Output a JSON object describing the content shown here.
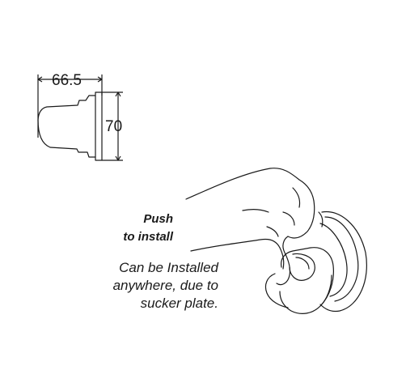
{
  "dimensions": {
    "width_label": "66.5",
    "height_label": "70"
  },
  "instructions": {
    "push_lines": [
      "Push",
      "to install"
    ],
    "note_lines": [
      "Can be Installed",
      "anywhere, due to",
      "sucker plate."
    ]
  }
}
